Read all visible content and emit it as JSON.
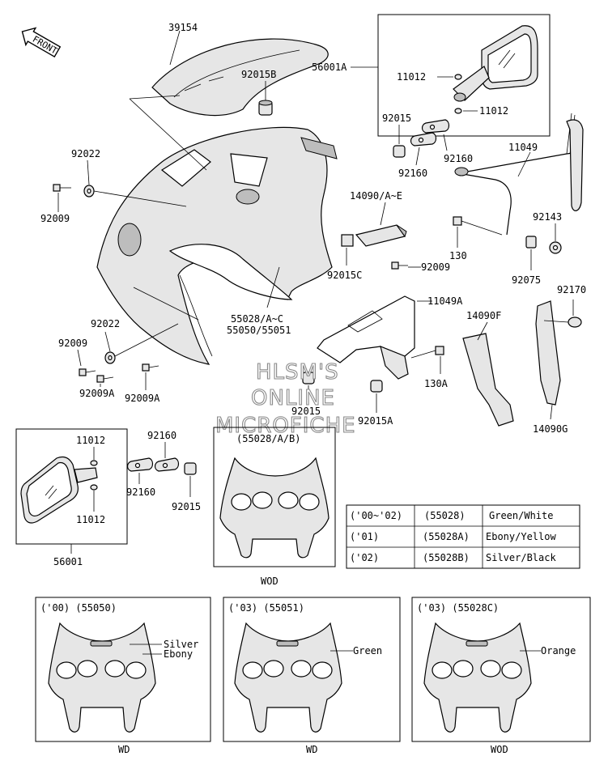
{
  "direction": "FRONT",
  "callouts": {
    "c39154": "39154",
    "c56001A": "56001A",
    "c11012a": "11012",
    "c11012b": "11012",
    "c92015B": "92015B",
    "c92022a": "92022",
    "c92009a": "92009",
    "c92015a": "92015",
    "c92160a": "92160",
    "c92160b": "92160",
    "c11049": "11049",
    "c14090AE": "14090/A~E",
    "c92143": "92143",
    "c130": "130",
    "c92009b": "92009",
    "c92015C": "92015C",
    "c92075": "92075",
    "c11049A": "11049A",
    "c92170": "92170",
    "c55028AC": "55028/A~C",
    "c55050_55051": "55050/55051",
    "c14090F": "14090F",
    "c92022b": "92022",
    "c92009c": "92009",
    "c92009A": "92009A",
    "c92009A2": "92009A",
    "c130A": "130A",
    "c92015b": "92015",
    "c92015A": "92015A",
    "c14090G": "14090G",
    "c11012c": "11012",
    "c11012d": "11012",
    "c92160c": "92160",
    "c92160d": "92160",
    "c92015c": "92015",
    "c56001": "56001"
  },
  "watermark": [
    "HLSM'S",
    "ONLINE",
    "MICROFICHE"
  ],
  "inset_center": {
    "title": "(55028/A/B)",
    "footer": "WOD"
  },
  "color_table": [
    {
      "year": "('00~'02)",
      "part": "(55028)",
      "color": "Green/White"
    },
    {
      "year": "('01)",
      "part": "(55028A)",
      "color": "Ebony/Yellow"
    },
    {
      "year": "('02)",
      "part": "(55028B)",
      "color": "Silver/Black"
    }
  ],
  "variants": [
    {
      "title": "('00) (55050)",
      "notes": [
        "Silver",
        "Ebony"
      ],
      "footer": "WD"
    },
    {
      "title": "('03) (55051)",
      "notes": [
        "Green"
      ],
      "footer": "WD"
    },
    {
      "title": "('03) (55028C)",
      "notes": [
        "Orange"
      ],
      "footer": "WOD"
    }
  ]
}
